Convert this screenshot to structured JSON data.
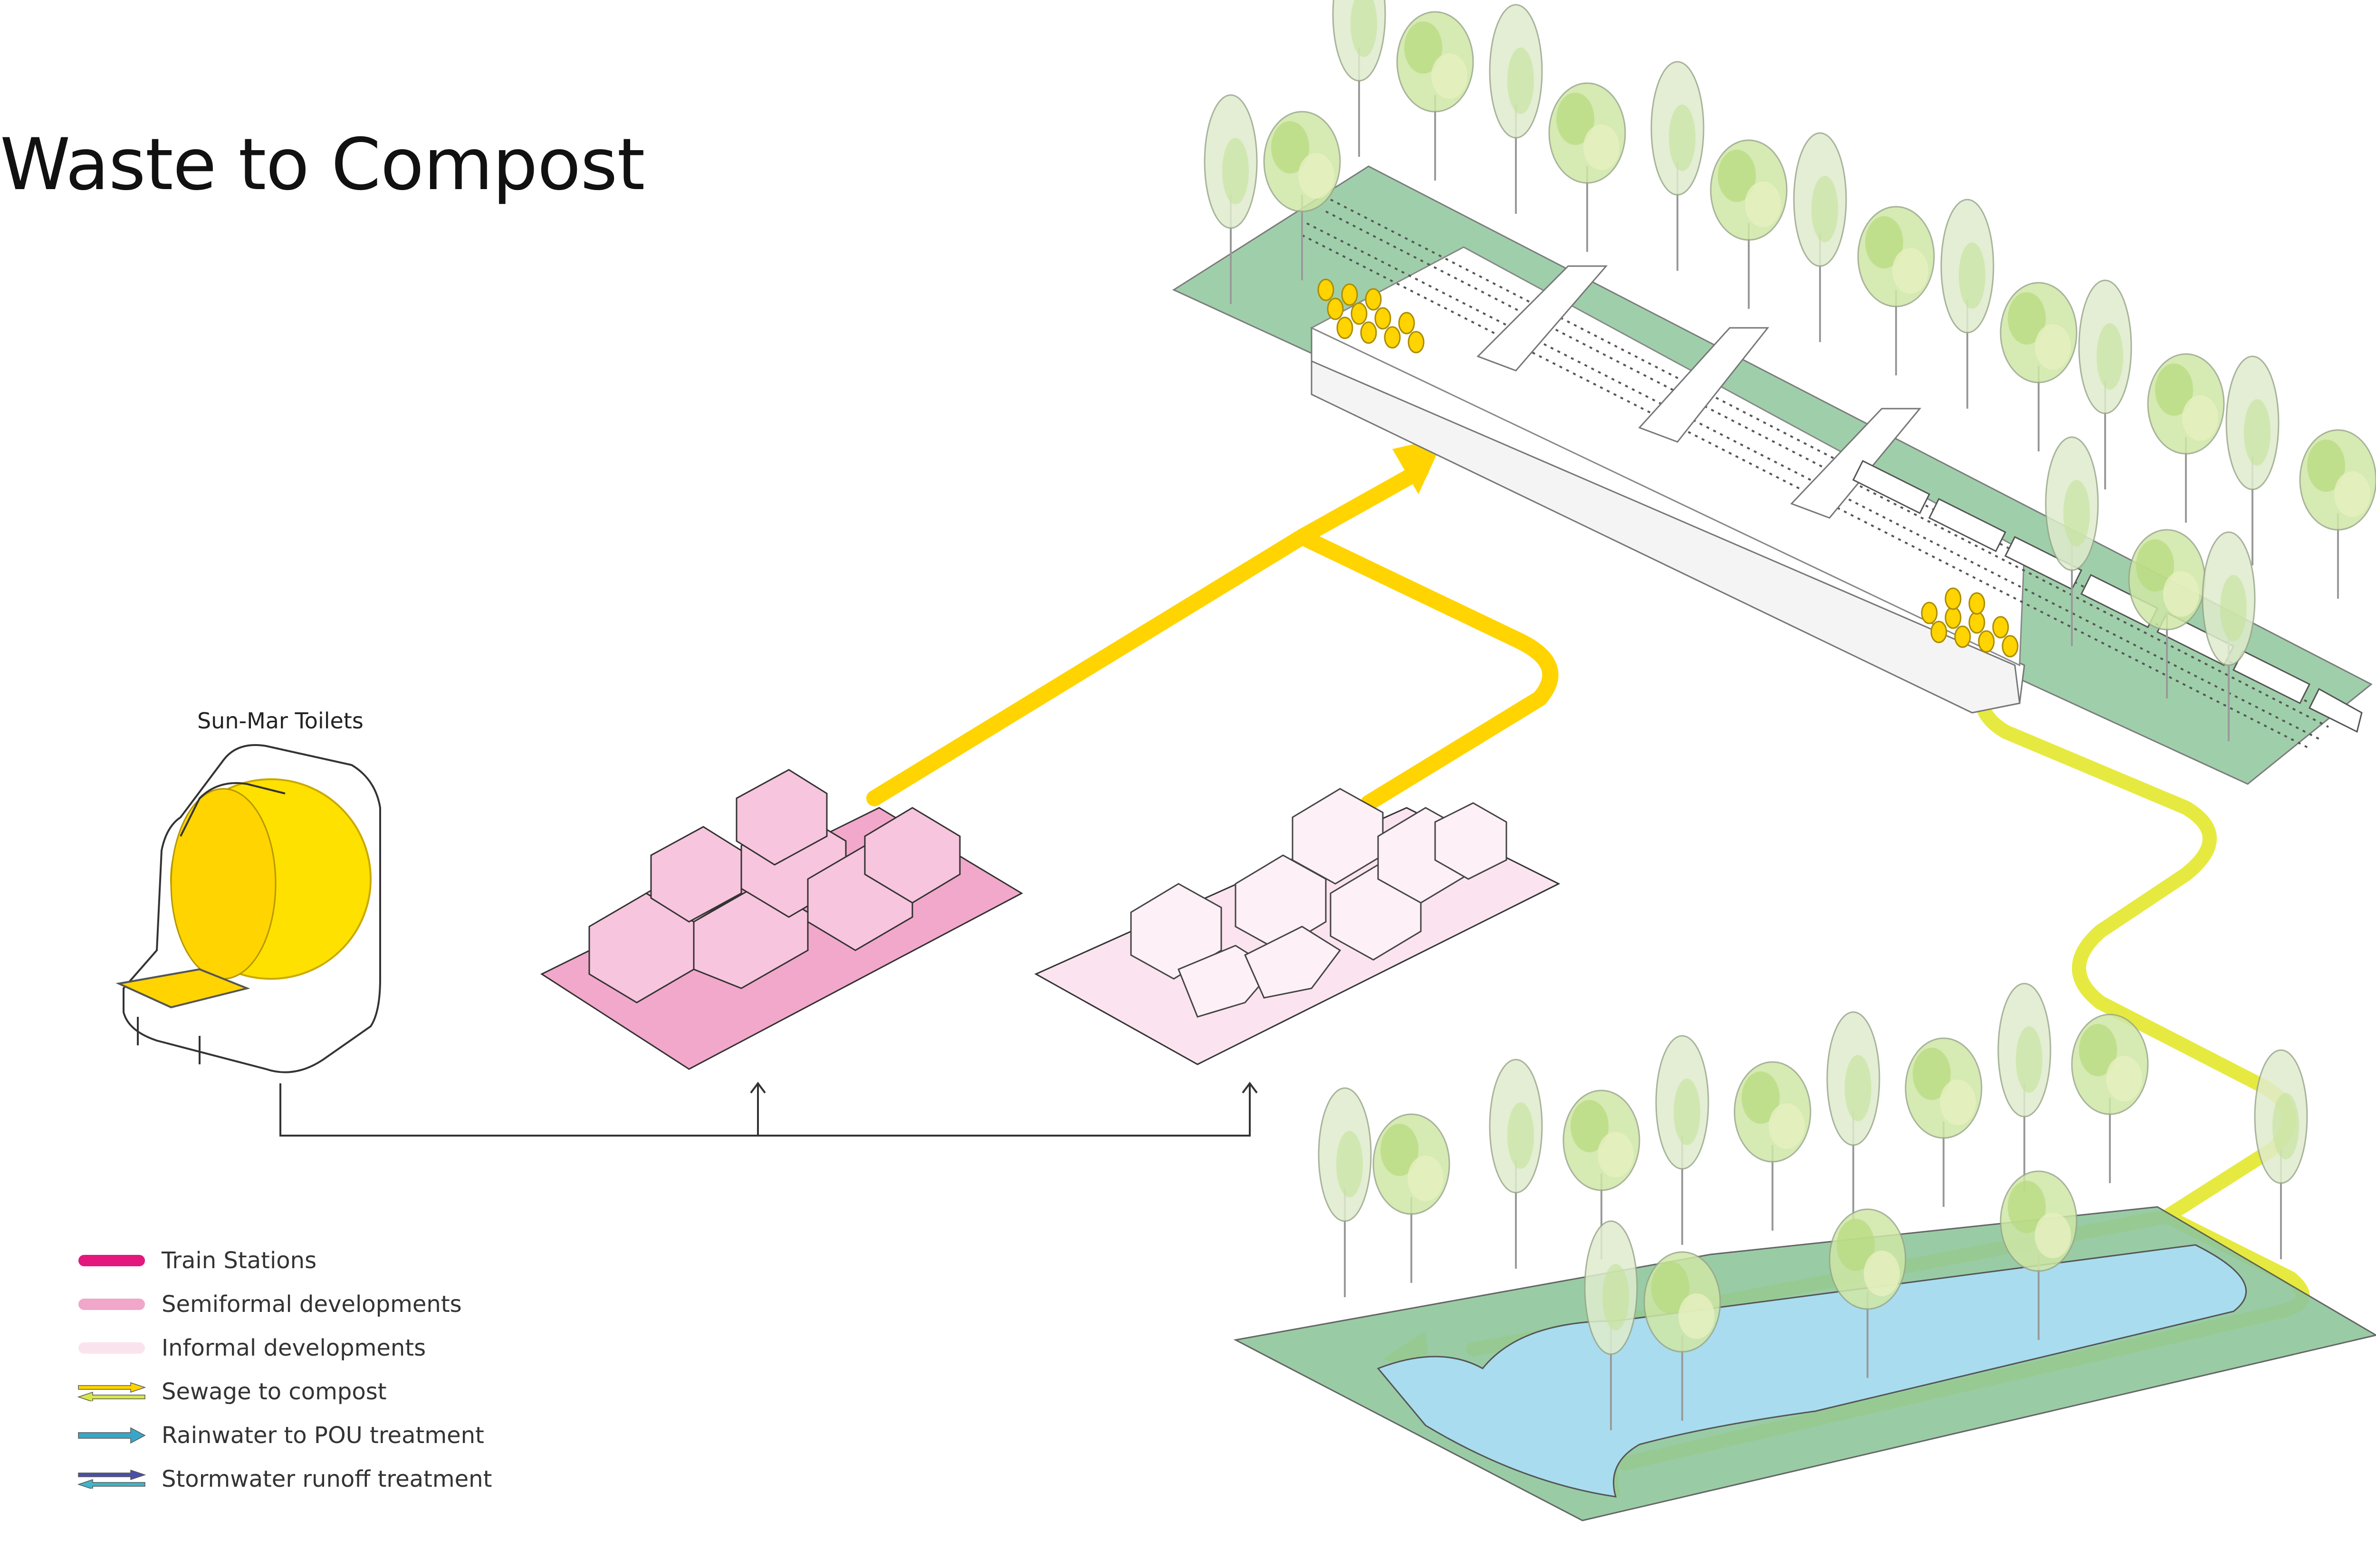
{
  "title": "Waste to Compost",
  "toilet_caption": "Sun-Mar Toilets",
  "legend": [
    {
      "label": "Train Stations",
      "color": "#e3177e",
      "style": "bar"
    },
    {
      "label": "Semiformal developments",
      "color": "#f1a7c9",
      "style": "bar"
    },
    {
      "label": "Informal developments",
      "color": "#fbe3ee",
      "style": "bar"
    },
    {
      "label": "Sewage to compost",
      "color": "#ffd400",
      "color2": "#d7e84a",
      "style": "double-arrow"
    },
    {
      "label": "Rainwater to POU treatment",
      "color": "#39a6c9",
      "style": "arrow"
    },
    {
      "label": "Stormwater runoff treatment",
      "color": "#4b4fa8",
      "color2": "#3fb5c9",
      "style": "double-arrow"
    }
  ],
  "colors": {
    "sewage_main": "#ffd400",
    "sewage_return": "#d4e84a",
    "semiformal": "#f2a8cb",
    "informal": "#fbe4ef",
    "ground_green": "#8fc79c",
    "water_blue": "#a9dcee",
    "tree_foliage": "#b9dd84"
  }
}
